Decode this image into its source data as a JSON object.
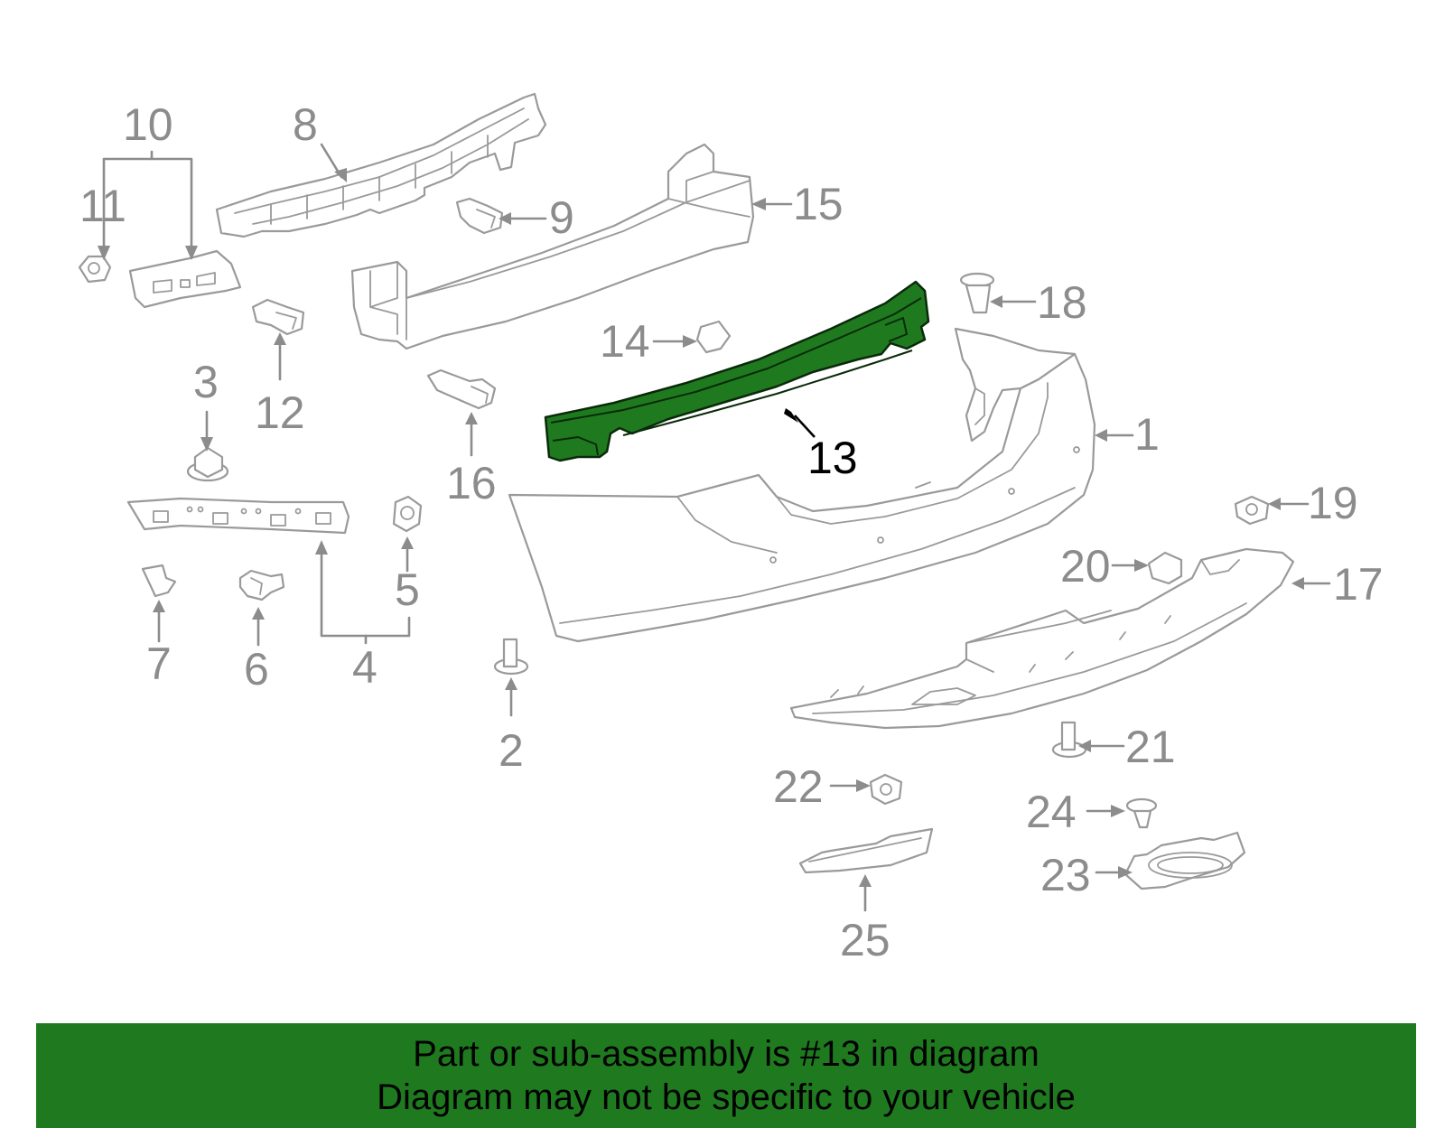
{
  "diagram": {
    "highlight_color": "#1f7a1f",
    "line_color": "#9a9a9a",
    "callouts": {
      "c1": "1",
      "c2": "2",
      "c3": "3",
      "c4": "4",
      "c5": "5",
      "c6": "6",
      "c7": "7",
      "c8": "8",
      "c9": "9",
      "c10": "10",
      "c11": "11",
      "c12": "12",
      "c13": "13",
      "c14": "14",
      "c15": "15",
      "c16": "16",
      "c17": "17",
      "c18": "18",
      "c19": "19",
      "c20": "20",
      "c21": "21",
      "c22": "22",
      "c23": "23",
      "c24": "24",
      "c25": "25"
    },
    "selected_part": "13"
  },
  "banner": {
    "line1": "Part or sub-assembly is #13 in diagram",
    "line2": "Diagram may not be specific to your vehicle"
  }
}
